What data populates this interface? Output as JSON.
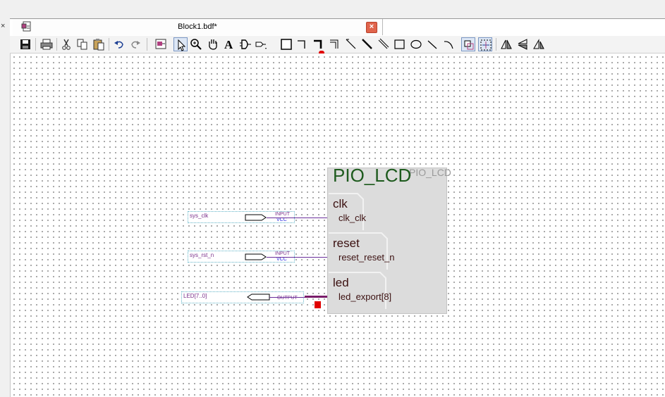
{
  "window": {
    "tab_title": "Block1.bdf*",
    "close_label": "×",
    "side_close": "×"
  },
  "toolbar": {
    "buttons": [
      "save-icon",
      "print-icon",
      "cut-icon",
      "copy-icon",
      "paste-icon",
      "undo-icon",
      "redo-icon",
      "symbol-tool-icon",
      "selection-tool-icon",
      "zoom-tool-icon",
      "hand-tool-icon",
      "text-tool-icon",
      "symbol-insert-icon",
      "pin-tool-icon",
      "block-tool-icon",
      "orthogonal-node-tool-icon",
      "orthogonal-bus-tool-icon",
      "orthogonal-conduit-tool-icon",
      "diagonal-node-tool-icon",
      "diagonal-bus-tool-icon",
      "diagonal-conduit-tool-icon",
      "rectangle-tool-icon",
      "oval-tool-icon",
      "line-tool-icon",
      "arc-tool-icon",
      "rubberbanding-icon",
      "partial-line-selection-icon",
      "flip-horizontal-icon",
      "flip-vertical-icon",
      "rotate-icon"
    ]
  },
  "schematic": {
    "component": {
      "title": "PIO_LCD",
      "ghost_title": "PIO_LCD",
      "ports": [
        {
          "group": "clk",
          "signal": "clk_clk"
        },
        {
          "group": "reset",
          "signal": "reset_reset_n"
        },
        {
          "group": "led",
          "signal": "led_export[8]"
        }
      ]
    },
    "pins": [
      {
        "name": "sys_clk",
        "type": "INPUT",
        "vcc": "VCC"
      },
      {
        "name": "sys_rst_n",
        "type": "INPUT",
        "vcc": "VCC"
      },
      {
        "name": "LED[7..0]",
        "type": "OUTPUT"
      }
    ]
  },
  "colors": {
    "accent_red": "#e00000",
    "wire": "#6a2e9a",
    "component_fill": "#dcdcdc",
    "component_title": "#1d5a1d"
  }
}
